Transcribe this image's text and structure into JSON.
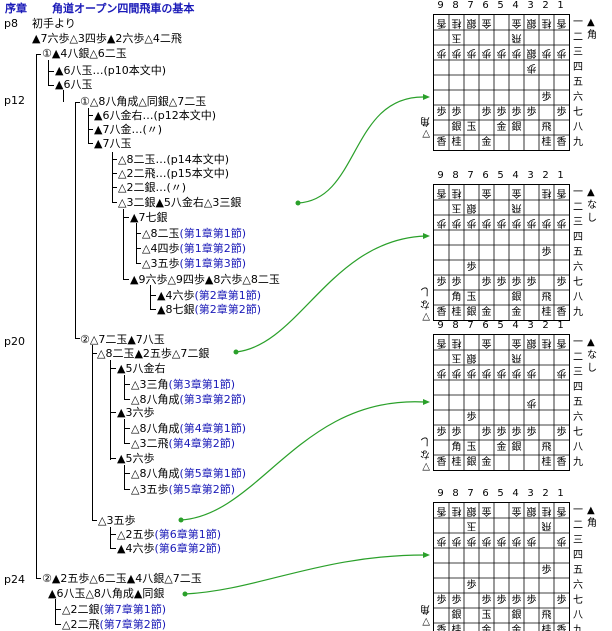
{
  "header": {
    "chapter": "序章",
    "title": "角道オープン四間飛車の基本"
  },
  "page_refs": [
    "p8",
    "p12",
    "p20",
    "p24"
  ],
  "tree": [
    "初手より",
    "▲7六歩△3四歩▲2六歩△4二飛",
    "①▲4八銀△6二玉",
    "▲6八玉",
    "▲6八玉",
    "①△8八角成△同銀△7二玉",
    "▲6八金右…(p12本文中)",
    "▲7八金…(〃)",
    "▲7八玉",
    "△8二玉…(p14本文中)",
    "△2二飛…(p15本文中)",
    "△2二銀…(〃)",
    "△3二銀▲5八金右△3三銀",
    "▲7七銀",
    "△8二玉",
    "△4四歩",
    "△3五歩",
    "▲9六歩△9四歩▲8六歩△8二玉",
    "▲4六歩",
    "▲8七銀",
    "②△7二玉▲7八玉",
    "△8二玉▲2五歩△7二銀",
    "▲5八金右",
    "△3三角",
    "△8八角成",
    "▲3六歩",
    "△8八角成",
    "△3二飛",
    "▲5六歩",
    "△8八角成",
    "△3五歩",
    "△3五歩",
    "△2五歩",
    "▲4六歩",
    "②▲2五歩△6二玉▲4八銀△7二玉",
    "▲6八玉△8八角成▲同銀",
    "△2二銀",
    "△2二飛"
  ],
  "refs": [
    "(p10本文中)",
    "(第1章第1節)",
    "(第1章第2節)",
    "(第1章第3節)",
    "(第2章第1節)",
    "(第2章第2節)",
    "(第3章第1節)",
    "(第3章第2節)",
    "(第4章第1節)",
    "(第4章第2節)",
    "(第5章第1節)",
    "(第5章第2節)",
    "(第6章第1節)",
    "(第6章第2節)",
    "(第7章第1節)",
    "(第7章第2節)"
  ],
  "board_files": [
    "9",
    "8",
    "7",
    "6",
    "5",
    "4",
    "3",
    "2",
    "1"
  ],
  "board_ranks": [
    "一",
    "二",
    "三",
    "四",
    "五",
    "六",
    "七",
    "八",
    "九"
  ],
  "boards": [
    {
      "gote_hand": "▲角",
      "sente_hand": "▽角",
      "pieces": [
        {
          "f": 9,
          "r": 1,
          "p": "香",
          "g": true
        },
        {
          "f": 8,
          "r": 1,
          "p": "桂",
          "g": true
        },
        {
          "f": 7,
          "r": 1,
          "p": "銀",
          "g": true
        },
        {
          "f": 6,
          "r": 1,
          "p": "金",
          "g": true
        },
        {
          "f": 4,
          "r": 1,
          "p": "金",
          "g": true
        },
        {
          "f": 3,
          "r": 1,
          "p": "銀",
          "g": true
        },
        {
          "f": 2,
          "r": 1,
          "p": "桂",
          "g": true
        },
        {
          "f": 1,
          "r": 1,
          "p": "香",
          "g": true
        },
        {
          "f": 8,
          "r": 2,
          "p": "玉",
          "g": true
        },
        {
          "f": 4,
          "r": 2,
          "p": "飛",
          "g": true
        },
        {
          "f": 9,
          "r": 3,
          "p": "歩",
          "g": true
        },
        {
          "f": 8,
          "r": 3,
          "p": "歩",
          "g": true
        },
        {
          "f": 7,
          "r": 3,
          "p": "歩",
          "g": true
        },
        {
          "f": 6,
          "r": 3,
          "p": "歩",
          "g": true
        },
        {
          "f": 5,
          "r": 3,
          "p": "歩",
          "g": true
        },
        {
          "f": 4,
          "r": 3,
          "p": "歩",
          "g": true
        },
        {
          "f": 3,
          "r": 3,
          "p": "銀",
          "g": true
        },
        {
          "f": 2,
          "r": 3,
          "p": "歩",
          "g": true
        },
        {
          "f": 1,
          "r": 3,
          "p": "歩",
          "g": true
        },
        {
          "f": 3,
          "r": 4,
          "p": "歩",
          "g": true
        },
        {
          "f": 2,
          "r": 6,
          "p": "歩",
          "g": false
        },
        {
          "f": 9,
          "r": 7,
          "p": "歩",
          "g": false
        },
        {
          "f": 8,
          "r": 7,
          "p": "歩",
          "g": false
        },
        {
          "f": 6,
          "r": 7,
          "p": "歩",
          "g": false
        },
        {
          "f": 5,
          "r": 7,
          "p": "歩",
          "g": false
        },
        {
          "f": 4,
          "r": 7,
          "p": "歩",
          "g": false
        },
        {
          "f": 3,
          "r": 7,
          "p": "歩",
          "g": false
        },
        {
          "f": 1,
          "r": 7,
          "p": "歩",
          "g": false
        },
        {
          "f": 8,
          "r": 8,
          "p": "銀",
          "g": false
        },
        {
          "f": 7,
          "r": 8,
          "p": "玉",
          "g": false
        },
        {
          "f": 5,
          "r": 8,
          "p": "金",
          "g": false
        },
        {
          "f": 4,
          "r": 8,
          "p": "銀",
          "g": false
        },
        {
          "f": 2,
          "r": 8,
          "p": "飛",
          "g": false
        },
        {
          "f": 9,
          "r": 9,
          "p": "香",
          "g": false
        },
        {
          "f": 8,
          "r": 9,
          "p": "桂",
          "g": false
        },
        {
          "f": 6,
          "r": 9,
          "p": "金",
          "g": false
        },
        {
          "f": 2,
          "r": 9,
          "p": "桂",
          "g": false
        },
        {
          "f": 1,
          "r": 9,
          "p": "香",
          "g": false
        }
      ]
    },
    {
      "gote_hand": "▲なし",
      "sente_hand": "▽なし",
      "pieces": [
        {
          "f": 9,
          "r": 1,
          "p": "香",
          "g": true
        },
        {
          "f": 8,
          "r": 1,
          "p": "桂",
          "g": true
        },
        {
          "f": 6,
          "r": 1,
          "p": "金",
          "g": true
        },
        {
          "f": 4,
          "r": 1,
          "p": "金",
          "g": true
        },
        {
          "f": 2,
          "r": 1,
          "p": "桂",
          "g": true
        },
        {
          "f": 1,
          "r": 1,
          "p": "香",
          "g": true
        },
        {
          "f": 7,
          "r": 2,
          "p": "銀",
          "g": true
        },
        {
          "f": 4,
          "r": 2,
          "p": "飛",
          "g": true
        },
        {
          "f": 8,
          "r": 2,
          "p": "玉",
          "g": true
        },
        {
          "f": 9,
          "r": 3,
          "p": "歩",
          "g": true
        },
        {
          "f": 8,
          "r": 3,
          "p": "歩",
          "g": true
        },
        {
          "f": 7,
          "r": 3,
          "p": "歩",
          "g": true
        },
        {
          "f": 6,
          "r": 3,
          "p": "歩",
          "g": true
        },
        {
          "f": 5,
          "r": 3,
          "p": "歩",
          "g": true
        },
        {
          "f": 4,
          "r": 3,
          "p": "歩",
          "g": true
        },
        {
          "f": 3,
          "r": 3,
          "p": "歩",
          "g": true
        },
        {
          "f": 2,
          "r": 3,
          "p": "歩",
          "g": true
        },
        {
          "f": 1,
          "r": 3,
          "p": "歩",
          "g": true
        },
        {
          "f": 2,
          "r": 5,
          "p": "歩",
          "g": false
        },
        {
          "f": 7,
          "r": 6,
          "p": "歩",
          "g": false
        },
        {
          "f": 9,
          "r": 7,
          "p": "歩",
          "g": false
        },
        {
          "f": 8,
          "r": 7,
          "p": "歩",
          "g": false
        },
        {
          "f": 6,
          "r": 7,
          "p": "歩",
          "g": false
        },
        {
          "f": 5,
          "r": 7,
          "p": "歩",
          "g": false
        },
        {
          "f": 4,
          "r": 7,
          "p": "歩",
          "g": false
        },
        {
          "f": 3,
          "r": 7,
          "p": "歩",
          "g": false
        },
        {
          "f": 1,
          "r": 7,
          "p": "歩",
          "g": false
        },
        {
          "f": 8,
          "r": 8,
          "p": "角",
          "g": false
        },
        {
          "f": 7,
          "r": 8,
          "p": "玉",
          "g": false
        },
        {
          "f": 4,
          "r": 8,
          "p": "銀",
          "g": false
        },
        {
          "f": 2,
          "r": 8,
          "p": "飛",
          "g": false
        },
        {
          "f": 9,
          "r": 9,
          "p": "香",
          "g": false
        },
        {
          "f": 8,
          "r": 9,
          "p": "桂",
          "g": false
        },
        {
          "f": 7,
          "r": 9,
          "p": "銀",
          "g": false
        },
        {
          "f": 6,
          "r": 9,
          "p": "金",
          "g": false
        },
        {
          "f": 4,
          "r": 9,
          "p": "金",
          "g": false
        },
        {
          "f": 2,
          "r": 9,
          "p": "桂",
          "g": false
        },
        {
          "f": 1,
          "r": 9,
          "p": "香",
          "g": false
        }
      ]
    },
    {
      "gote_hand": "▲なし",
      "sente_hand": "▽なし",
      "pieces": [
        {
          "f": 9,
          "r": 1,
          "p": "香",
          "g": true
        },
        {
          "f": 8,
          "r": 1,
          "p": "桂",
          "g": true
        },
        {
          "f": 6,
          "r": 1,
          "p": "金",
          "g": true
        },
        {
          "f": 4,
          "r": 1,
          "p": "金",
          "g": true
        },
        {
          "f": 3,
          "r": 1,
          "p": "銀",
          "g": true
        },
        {
          "f": 2,
          "r": 1,
          "p": "桂",
          "g": true
        },
        {
          "f": 1,
          "r": 1,
          "p": "香",
          "g": true
        },
        {
          "f": 8,
          "r": 2,
          "p": "玉",
          "g": true
        },
        {
          "f": 7,
          "r": 2,
          "p": "銀",
          "g": true
        },
        {
          "f": 4,
          "r": 2,
          "p": "飛",
          "g": true
        },
        {
          "f": 9,
          "r": 3,
          "p": "歩",
          "g": true
        },
        {
          "f": 8,
          "r": 3,
          "p": "歩",
          "g": true
        },
        {
          "f": 7,
          "r": 3,
          "p": "歩",
          "g": true
        },
        {
          "f": 6,
          "r": 3,
          "p": "歩",
          "g": true
        },
        {
          "f": 5,
          "r": 3,
          "p": "歩",
          "g": true
        },
        {
          "f": 4,
          "r": 3,
          "p": "歩",
          "g": true
        },
        {
          "f": 3,
          "r": 3,
          "p": "歩",
          "g": true
        },
        {
          "f": 1,
          "r": 3,
          "p": "歩",
          "g": true
        },
        {
          "f": 3,
          "r": 5,
          "p": "歩",
          "g": true
        },
        {
          "f": 7,
          "r": 6,
          "p": "歩",
          "g": false
        },
        {
          "f": 9,
          "r": 7,
          "p": "歩",
          "g": false
        },
        {
          "f": 8,
          "r": 7,
          "p": "歩",
          "g": false
        },
        {
          "f": 6,
          "r": 7,
          "p": "歩",
          "g": false
        },
        {
          "f": 5,
          "r": 7,
          "p": "歩",
          "g": false
        },
        {
          "f": 4,
          "r": 7,
          "p": "歩",
          "g": false
        },
        {
          "f": 3,
          "r": 7,
          "p": "歩",
          "g": false
        },
        {
          "f": 1,
          "r": 7,
          "p": "歩",
          "g": false
        },
        {
          "f": 8,
          "r": 8,
          "p": "角",
          "g": false
        },
        {
          "f": 7,
          "r": 8,
          "p": "玉",
          "g": false
        },
        {
          "f": 5,
          "r": 8,
          "p": "金",
          "g": false
        },
        {
          "f": 4,
          "r": 8,
          "p": "銀",
          "g": false
        },
        {
          "f": 2,
          "r": 8,
          "p": "飛",
          "g": false
        },
        {
          "f": 9,
          "r": 9,
          "p": "香",
          "g": false
        },
        {
          "f": 8,
          "r": 9,
          "p": "桂",
          "g": false
        },
        {
          "f": 7,
          "r": 9,
          "p": "銀",
          "g": false
        },
        {
          "f": 6,
          "r": 9,
          "p": "金",
          "g": false
        },
        {
          "f": 2,
          "r": 9,
          "p": "桂",
          "g": false
        },
        {
          "f": 1,
          "r": 9,
          "p": "香",
          "g": false
        }
      ]
    },
    {
      "gote_hand": "▲角",
      "sente_hand": "▽角",
      "pieces": [
        {
          "f": 9,
          "r": 1,
          "p": "香",
          "g": true
        },
        {
          "f": 8,
          "r": 1,
          "p": "桂",
          "g": true
        },
        {
          "f": 7,
          "r": 1,
          "p": "銀",
          "g": true
        },
        {
          "f": 6,
          "r": 1,
          "p": "金",
          "g": true
        },
        {
          "f": 4,
          "r": 1,
          "p": "金",
          "g": true
        },
        {
          "f": 3,
          "r": 1,
          "p": "銀",
          "g": true
        },
        {
          "f": 2,
          "r": 1,
          "p": "桂",
          "g": true
        },
        {
          "f": 1,
          "r": 1,
          "p": "香",
          "g": true
        },
        {
          "f": 7,
          "r": 2,
          "p": "玉",
          "g": true
        },
        {
          "f": 2,
          "r": 2,
          "p": "飛",
          "g": true
        },
        {
          "f": 9,
          "r": 3,
          "p": "歩",
          "g": true
        },
        {
          "f": 8,
          "r": 3,
          "p": "歩",
          "g": true
        },
        {
          "f": 7,
          "r": 3,
          "p": "歩",
          "g": true
        },
        {
          "f": 6,
          "r": 3,
          "p": "歩",
          "g": true
        },
        {
          "f": 5,
          "r": 3,
          "p": "歩",
          "g": true
        },
        {
          "f": 4,
          "r": 3,
          "p": "歩",
          "g": true
        },
        {
          "f": 3,
          "r": 3,
          "p": "歩",
          "g": true
        },
        {
          "f": 1,
          "r": 3,
          "p": "歩",
          "g": true
        },
        {
          "f": 2,
          "r": 5,
          "p": "歩",
          "g": false
        },
        {
          "f": 7,
          "r": 6,
          "p": "歩",
          "g": false
        },
        {
          "f": 9,
          "r": 7,
          "p": "歩",
          "g": false
        },
        {
          "f": 8,
          "r": 7,
          "p": "歩",
          "g": false
        },
        {
          "f": 6,
          "r": 7,
          "p": "歩",
          "g": false
        },
        {
          "f": 5,
          "r": 7,
          "p": "歩",
          "g": false
        },
        {
          "f": 4,
          "r": 7,
          "p": "歩",
          "g": false
        },
        {
          "f": 3,
          "r": 7,
          "p": "歩",
          "g": false
        },
        {
          "f": 1,
          "r": 7,
          "p": "歩",
          "g": false
        },
        {
          "f": 8,
          "r": 8,
          "p": "銀",
          "g": false
        },
        {
          "f": 6,
          "r": 8,
          "p": "玉",
          "g": false
        },
        {
          "f": 4,
          "r": 8,
          "p": "銀",
          "g": false
        },
        {
          "f": 2,
          "r": 8,
          "p": "飛",
          "g": false
        },
        {
          "f": 9,
          "r": 9,
          "p": "香",
          "g": false
        },
        {
          "f": 8,
          "r": 9,
          "p": "桂",
          "g": false
        },
        {
          "f": 6,
          "r": 9,
          "p": "金",
          "g": false
        },
        {
          "f": 4,
          "r": 9,
          "p": "金",
          "g": false
        },
        {
          "f": 2,
          "r": 9,
          "p": "桂",
          "g": false
        },
        {
          "f": 1,
          "r": 9,
          "p": "香",
          "g": false
        }
      ]
    }
  ],
  "colors": {
    "text": "#000000",
    "link": "#1a1ab8",
    "arrow": "#2aa02a"
  }
}
